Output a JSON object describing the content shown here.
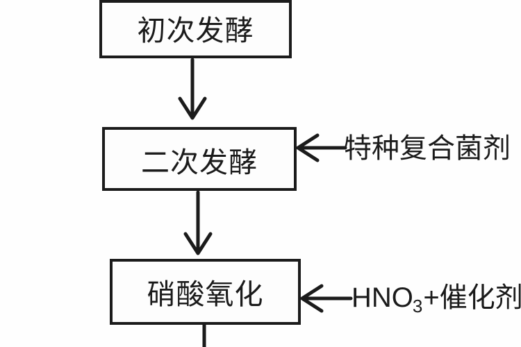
{
  "diagram": {
    "type": "flowchart",
    "background_color": "#fefefe",
    "line_color": "#1b1b1b",
    "nodes": [
      {
        "label": "初次发酵"
      },
      {
        "label": "二次发酵"
      },
      {
        "label": "硝酸氧化"
      }
    ],
    "side_inputs": [
      {
        "label": "特种复合菌剂",
        "target_node": "二次发酵"
      },
      {
        "formula": "HNO",
        "formula_subscript": "3",
        "suffix": "+催化剂",
        "target_node": "硝酸氧化"
      }
    ]
  }
}
